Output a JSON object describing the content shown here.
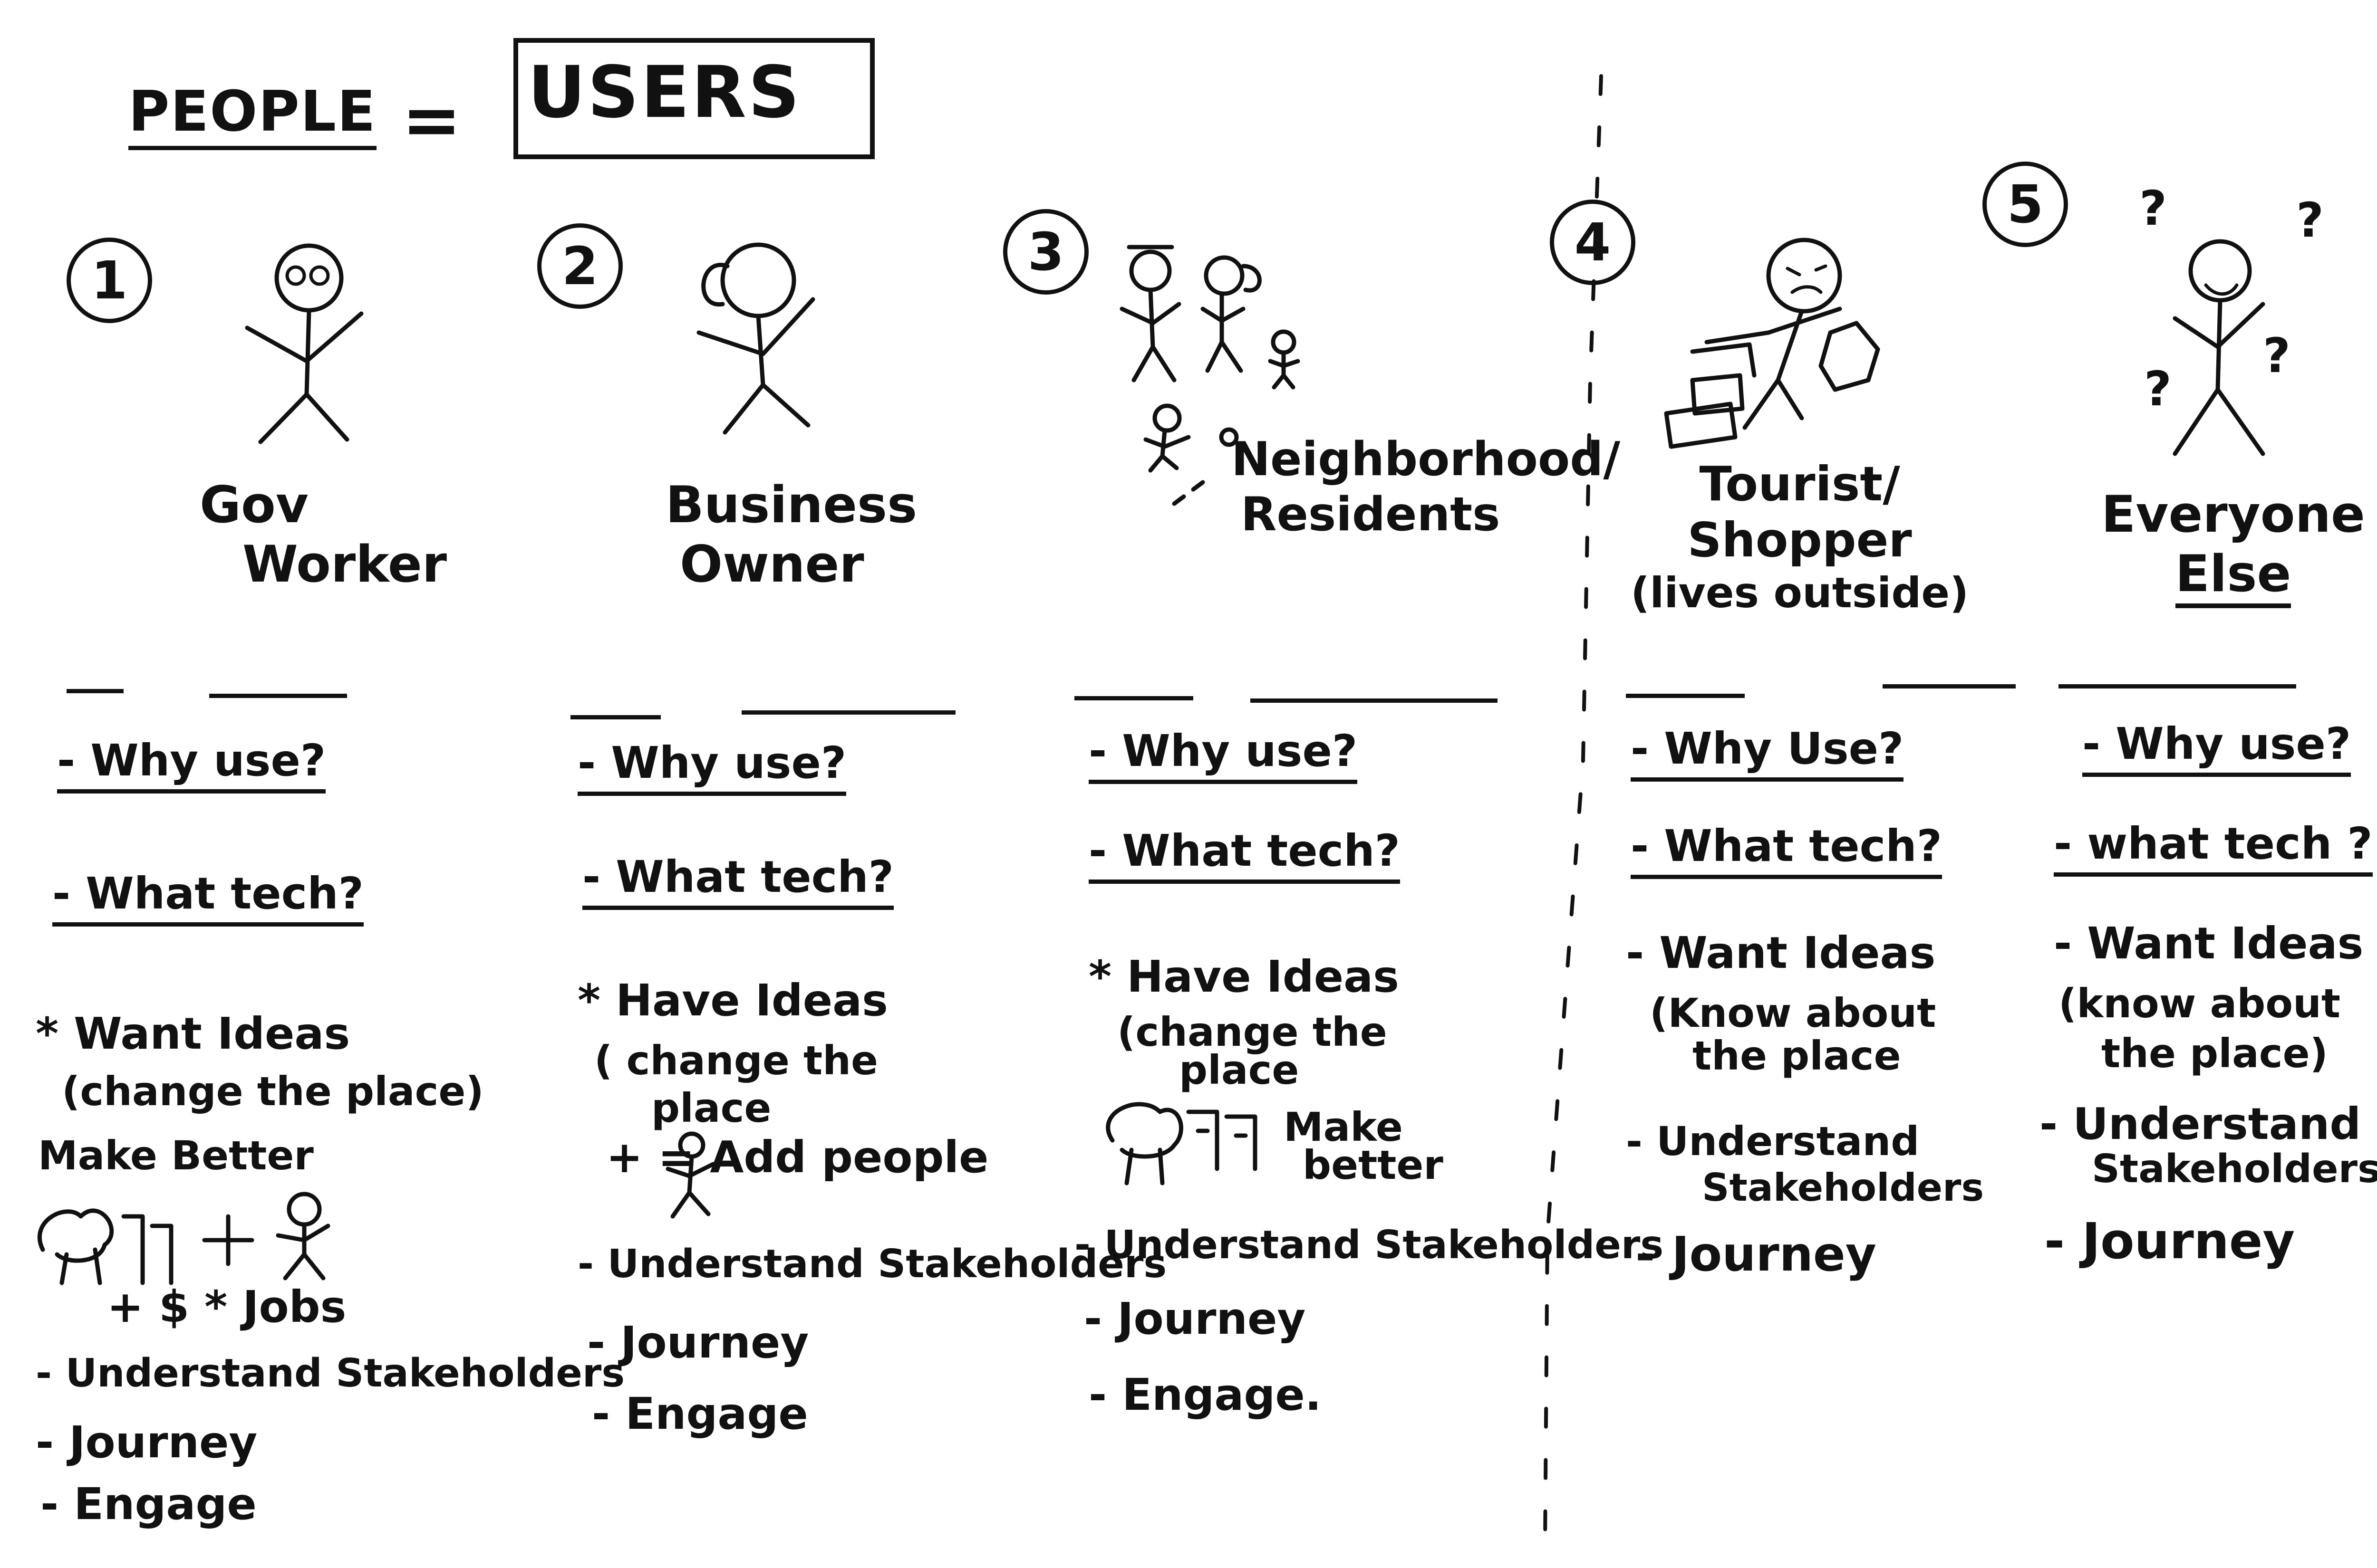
{
  "header": {
    "left": "PEOPLE",
    "equals": "=",
    "right": "USERS"
  },
  "columns": [
    {
      "number": "1",
      "persona": [
        "Gov",
        "Worker"
      ],
      "items": {
        "why": "- Why use?",
        "tech": "- What tech?",
        "want": "* Want Ideas",
        "want_sub": "(change the place)",
        "make": "Make Better",
        "plus": "+",
        "jobs": "+ $ * Jobs",
        "stake": "- Understand Stakeholders",
        "journey": "- Journey",
        "engage": "- Engage"
      }
    },
    {
      "number": "2",
      "persona": [
        "Business",
        "Owner"
      ],
      "items": {
        "why": "- Why use?",
        "tech": "- What tech?",
        "want": "* Have Ideas",
        "want_sub1": "( change the",
        "want_sub2": "place",
        "add": "+ = Add people",
        "stake": "- Understand Stakeholders",
        "journey": "- Journey",
        "engage": "- Engage"
      }
    },
    {
      "number": "3",
      "persona": [
        "Neighborhood/",
        "Residents"
      ],
      "items": {
        "why": "- Why use?",
        "tech": "- What tech?",
        "want": "* Have Ideas",
        "want_sub1": "(change the",
        "want_sub2": "place",
        "make1": "Make",
        "make2": "better",
        "stake": "- Understand Stakeholders",
        "journey": "- Journey",
        "engage": "- Engage."
      }
    },
    {
      "number": "4",
      "persona": [
        "Tourist/",
        "Shopper",
        "(lives outside)"
      ],
      "items": {
        "why": "- Why Use?",
        "tech": "- What tech?",
        "want": "- Want Ideas",
        "want_sub1": "(Know about",
        "want_sub2": "the place",
        "stake1": "- Understand",
        "stake2": "Stakeholders",
        "journey": "- Journey"
      }
    },
    {
      "number": "5",
      "persona": [
        "Everyone",
        "Else"
      ],
      "marks": [
        "?",
        "?",
        "?",
        "?"
      ],
      "items": {
        "why": "- Why use?",
        "tech": "- what tech ?",
        "want": "- Want Ideas",
        "want_sub1": "(know about",
        "want_sub2": "the place)",
        "stake1": "- Understand",
        "stake2": "Stakeholders",
        "journey": "- Journey"
      }
    }
  ]
}
